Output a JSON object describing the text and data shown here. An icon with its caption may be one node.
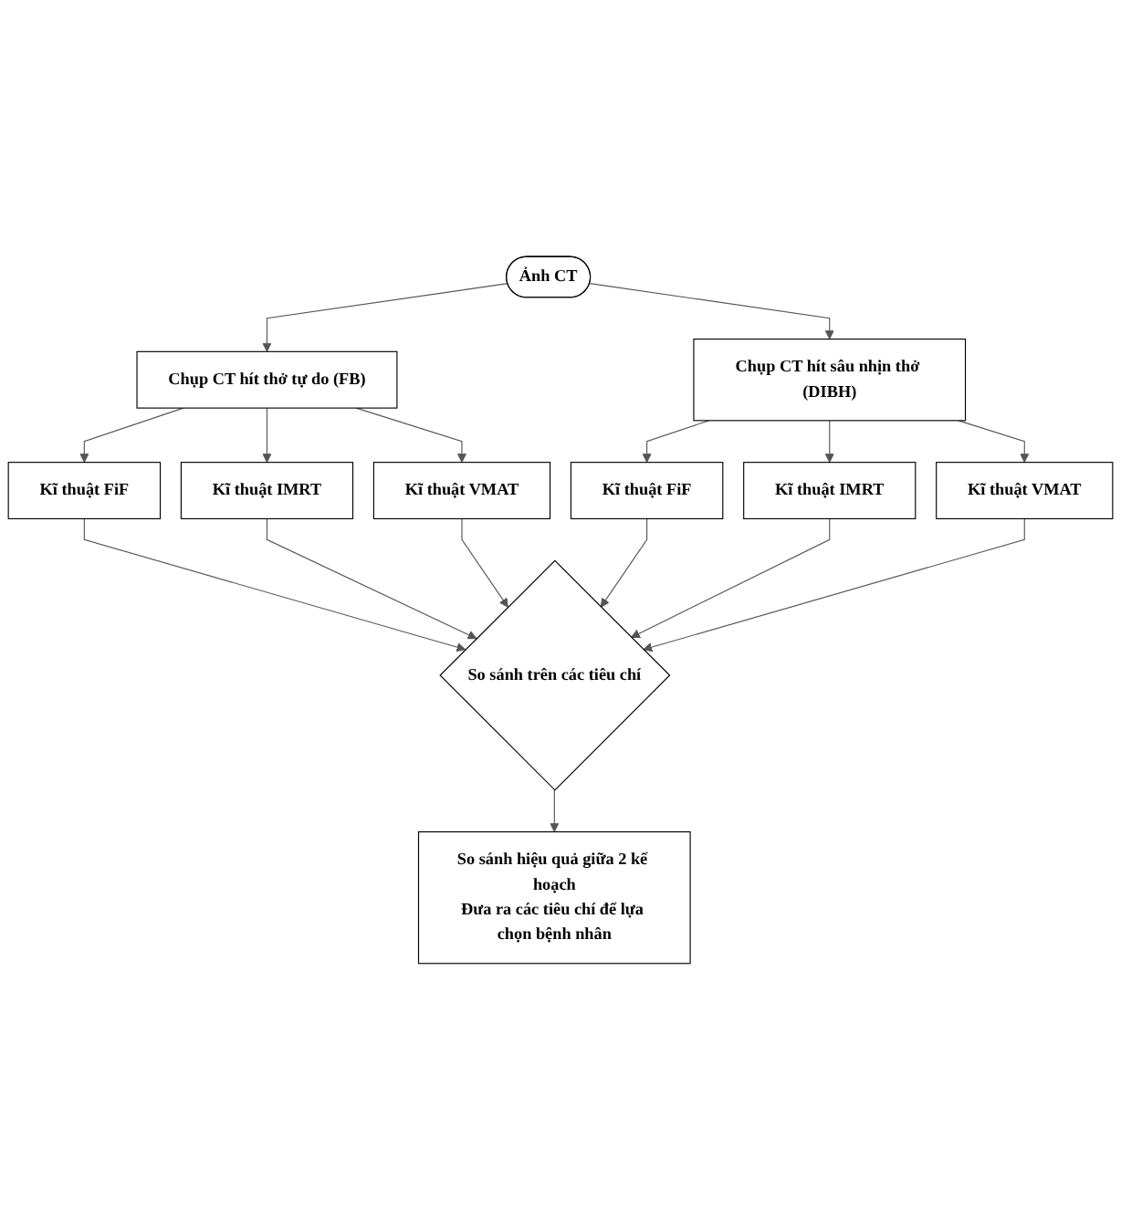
{
  "diagram": {
    "nodes": [
      {
        "text": [
          "Ảnh CT"
        ]
      },
      {
        "text": [
          "Chụp CT hít thở tự do (FB)"
        ]
      },
      {
        "text": [
          "Chụp CT hít sâu nhịn thở (DIBH)"
        ]
      },
      {
        "text": [
          "Kĩ thuật FiF"
        ]
      },
      {
        "text": [
          "Kĩ thuật IMRT"
        ]
      },
      {
        "text": [
          "Kĩ thuật VMAT"
        ]
      },
      {
        "text": [
          "Kĩ thuật FiF"
        ]
      },
      {
        "text": [
          "Kĩ thuật IMRT"
        ]
      },
      {
        "text": [
          "Kĩ thuật VMAT"
        ]
      },
      {
        "text": [
          "So sánh trên các tiêu chí"
        ]
      },
      {
        "text": [
          "So sánh hiệu quả giữa 2 kế hoạch",
          "Đưa ra các tiêu chí để lựa chọn bệnh nhân"
        ]
      }
    ],
    "edges": [
      {
        "from": 0,
        "to": 1,
        "arrow": "to"
      },
      {
        "from": 0,
        "to": 2,
        "arrow": "to"
      },
      {
        "from": 1,
        "to": 3,
        "arrow": "to"
      },
      {
        "from": 1,
        "to": 4,
        "arrow": "to"
      },
      {
        "from": 1,
        "to": 5,
        "arrow": "to"
      },
      {
        "from": 2,
        "to": 6,
        "arrow": "to"
      },
      {
        "from": 2,
        "to": 7,
        "arrow": "to"
      },
      {
        "from": 2,
        "to": 8,
        "arrow": "to"
      },
      {
        "from": 3,
        "to": 9,
        "arrow": "to"
      },
      {
        "from": 4,
        "to": 9,
        "arrow": "to"
      },
      {
        "from": 5,
        "to": 9,
        "arrow": "to"
      },
      {
        "from": 6,
        "to": 9,
        "arrow": "to"
      },
      {
        "from": 7,
        "to": 9,
        "arrow": "to"
      },
      {
        "from": 8,
        "to": 9,
        "arrow": "to"
      },
      {
        "from": 9,
        "to": 10,
        "arrow": "to"
      }
    ]
  }
}
